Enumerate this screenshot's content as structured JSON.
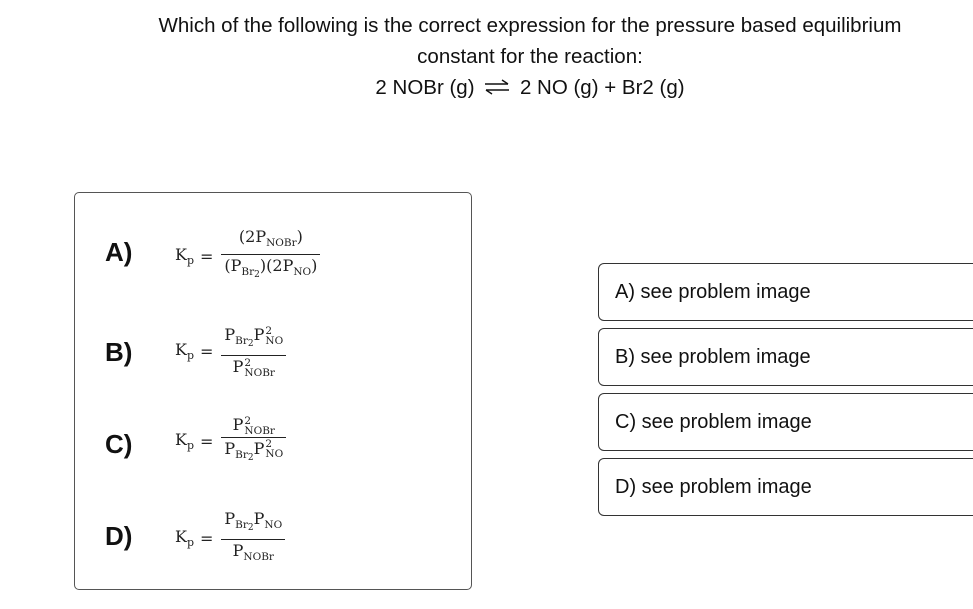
{
  "question": {
    "line1": "Which of the following is the correct expression for the pressure based equilibrium",
    "line2": "constant for the reaction:",
    "reaction_left": "2 NOBr (g)",
    "reaction_right": "2 NO (g) + Br2 (g)"
  },
  "image_options": [
    {
      "letter": "A)",
      "num": "(2P",
      "num_sub": "NOBr",
      "num_close": ")",
      "den_a": "(P",
      "den_a_sub": "Br",
      "den_a_sub2": "2",
      "den_b": ")(2P",
      "den_b_sub": "NO",
      "den_close": ")"
    },
    {
      "letter": "B)",
      "num_a": "P",
      "num_a_sub": "Br",
      "num_a_sub2": "2",
      "num_b": "P",
      "num_b_sup": "2",
      "num_b_sub": "NO",
      "den": "P",
      "den_sup": "2",
      "den_sub": "NOBr"
    },
    {
      "letter": "C)",
      "num": "P",
      "num_sup": "2",
      "num_sub": "NOBr",
      "den_a": "P",
      "den_a_sub": "Br",
      "den_a_sub2": "2",
      "den_b": "P",
      "den_b_sup": "2",
      "den_b_sub": "NO"
    },
    {
      "letter": "D)",
      "num_a": "P",
      "num_a_sub": "Br",
      "num_a_sub2": "2",
      "num_b": "P",
      "num_b_sub": "NO",
      "den": "P",
      "den_sub": "NOBr"
    }
  ],
  "kp": {
    "k": "K",
    "sub": "p",
    "eq": "="
  },
  "answers": [
    {
      "label": "A) see problem image"
    },
    {
      "label": "B) see problem image"
    },
    {
      "label": "C) see problem image"
    },
    {
      "label": "D) see problem image"
    }
  ]
}
